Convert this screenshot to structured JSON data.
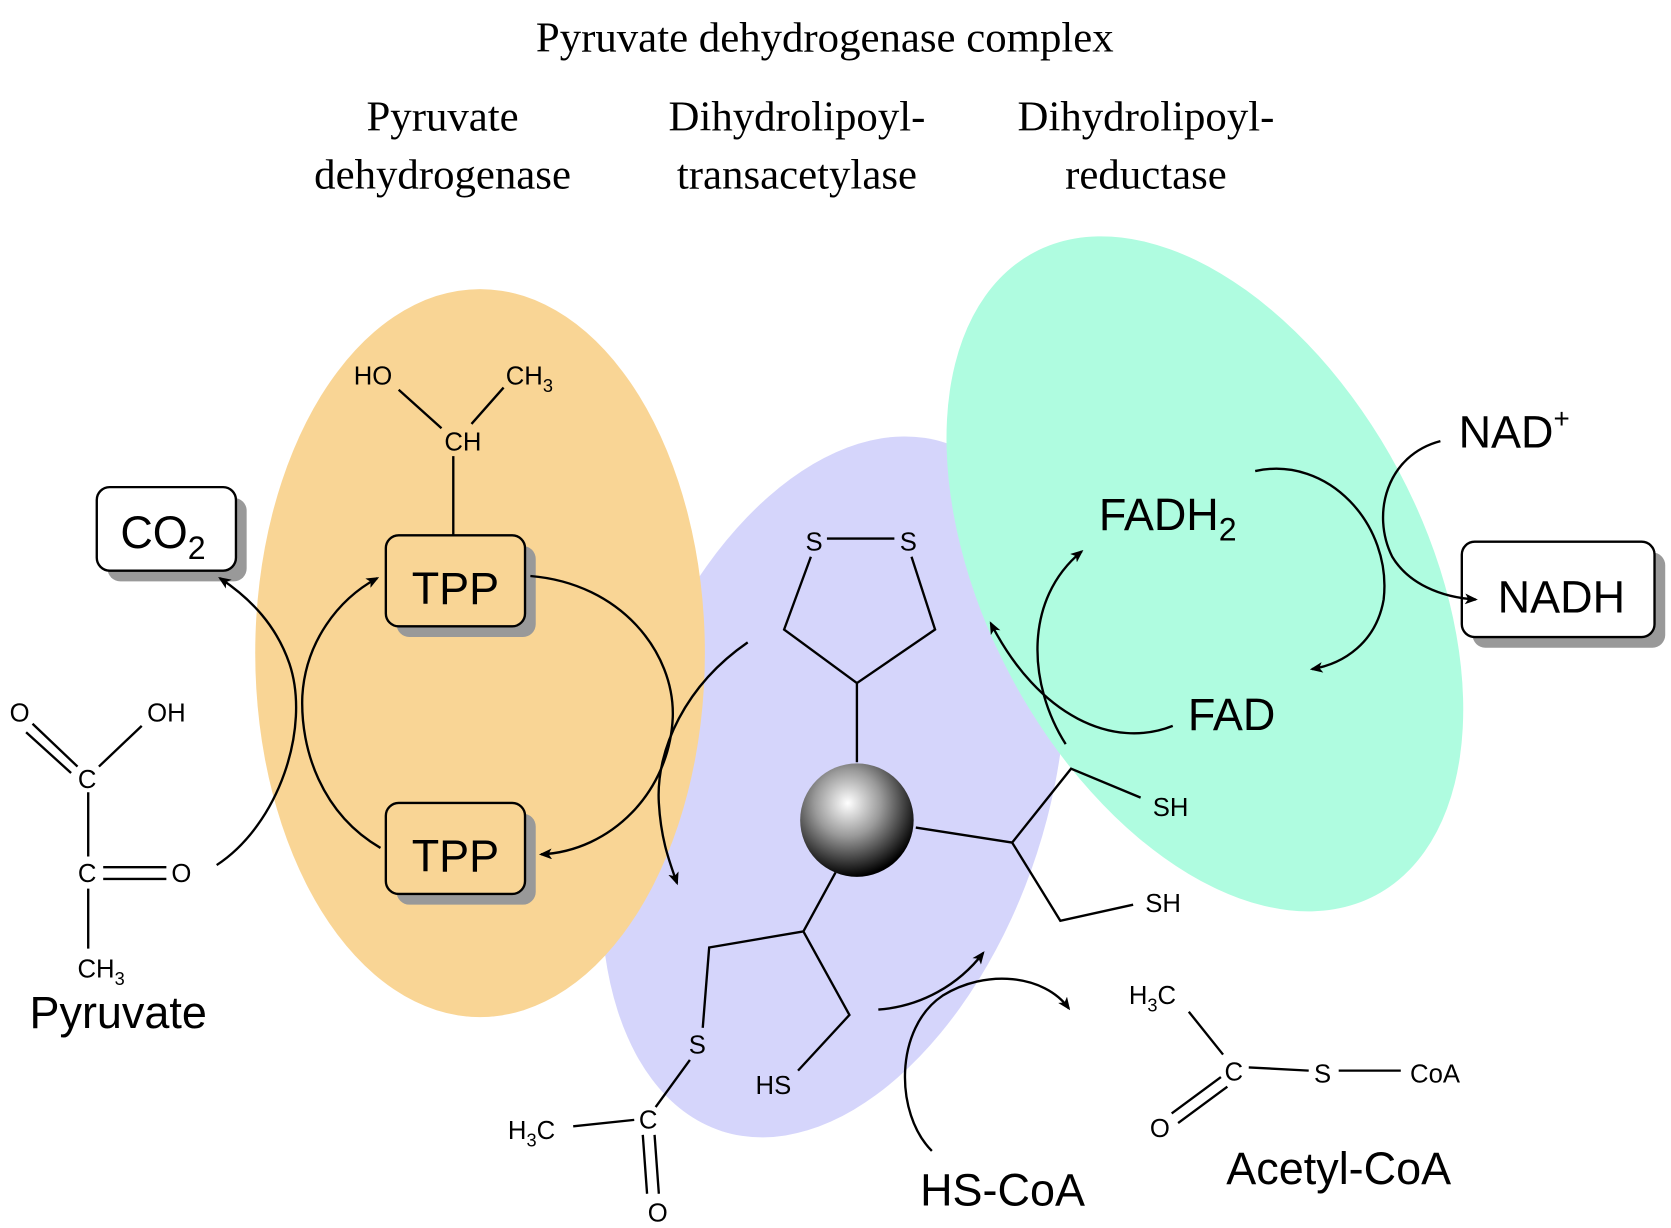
{
  "title": "Pyruvate dehydrogenase complex",
  "enzymes": [
    {
      "line1": "Pyruvate",
      "line2": "dehydrogenase",
      "color": "#f9d595"
    },
    {
      "line1": "Dihydrolipoyl-",
      "line2": "transacetylase",
      "color": "#d5d5fb"
    },
    {
      "line1": "Dihydrolipoyl-",
      "line2": "reductase",
      "color": "#affce0"
    }
  ],
  "e1": {
    "ho": "HO",
    "ch3": {
      "base": "CH",
      "sub": "3"
    },
    "ch": "CH",
    "tpp_top": "TPP",
    "tpp_bottom": "TPP"
  },
  "co2": {
    "base": "CO",
    "sub": "2"
  },
  "pyruvate": {
    "o1": "O",
    "oh": "OH",
    "c1": "C",
    "c2": "C",
    "o2": "O",
    "ch3": {
      "base": "CH",
      "sub": "3"
    },
    "label": "Pyruvate"
  },
  "e2": {
    "s1": "S",
    "s2": "S",
    "sh1": "SH",
    "sh2": "SH",
    "s3": "S",
    "hs": "HS",
    "h3c": {
      "pre": "H",
      "sub": "3",
      "post": "C"
    },
    "c": "C",
    "o": "O"
  },
  "hscoa": "HS-CoA",
  "acetylcoa": {
    "h3c": {
      "pre": "H",
      "sub": "3",
      "post": "C"
    },
    "c": "C",
    "s": "S",
    "coa": "CoA",
    "o": "O",
    "label": "Acetyl-CoA"
  },
  "e3": {
    "fadh2": {
      "base": "FADH",
      "sub": "2"
    },
    "fad": "FAD",
    "nad": {
      "base": "NAD",
      "sup": "+"
    },
    "nadh": "NADH"
  }
}
